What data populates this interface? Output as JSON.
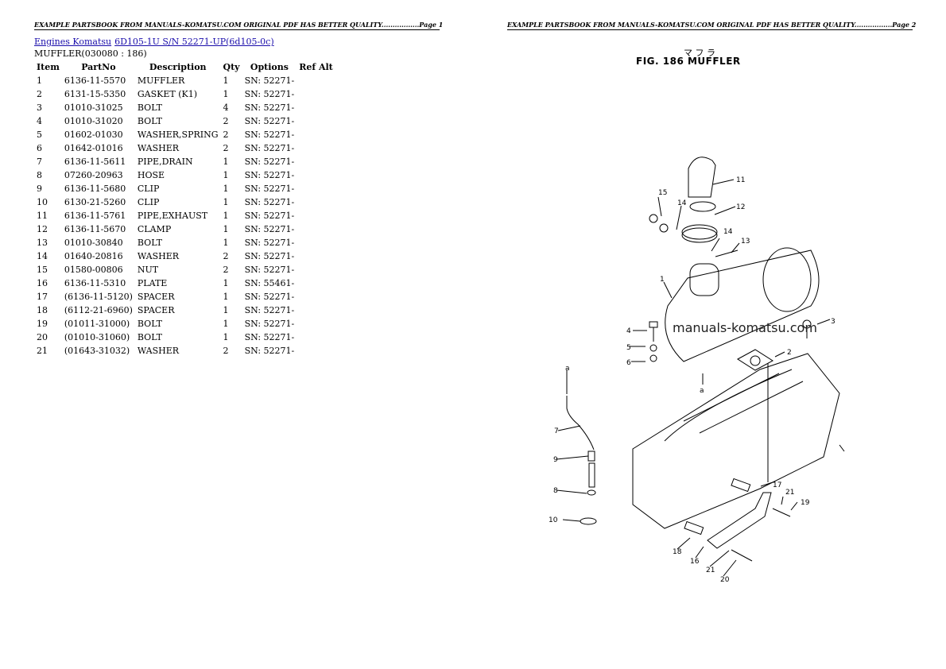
{
  "header_left": "EXAMPLE PARTSBOOK FROM MANUALS-KOMATSU.COM ORIGINAL PDF HAS BETTER QUALITY.................Page 1",
  "header_right": "EXAMPLE PARTSBOOK FROM MANUALS-KOMATSU.COM ORIGINAL PDF HAS BETTER QUALITY.................Page 2",
  "breadcrumb": {
    "link1": "Engines Komatsu",
    "link2": "6D105-1U S/N 52271-UP(6d105-0c)"
  },
  "section_title": "MUFFLER(030080 : 186)",
  "table": {
    "headers": [
      "Item",
      "PartNo",
      "Description",
      "Qty",
      "Options",
      "Ref Alt"
    ],
    "rows": [
      [
        "1",
        "6136-11-5570",
        "MUFFLER",
        "1",
        "SN: 52271-"
      ],
      [
        "2",
        "6131-15-5350",
        "GASKET (K1)",
        "1",
        "SN: 52271-"
      ],
      [
        "3",
        "01010-31025",
        "BOLT",
        "4",
        "SN: 52271-"
      ],
      [
        "4",
        "01010-31020",
        "BOLT",
        "2",
        "SN: 52271-"
      ],
      [
        "5",
        "01602-01030",
        "WASHER,SPRING",
        "2",
        "SN: 52271-"
      ],
      [
        "6",
        "01642-01016",
        "WASHER",
        "2",
        "SN: 52271-"
      ],
      [
        "7",
        "6136-11-5611",
        "PIPE,DRAIN",
        "1",
        "SN: 52271-"
      ],
      [
        "8",
        "07260-20963",
        "HOSE",
        "1",
        "SN: 52271-"
      ],
      [
        "9",
        "6136-11-5680",
        "CLIP",
        "1",
        "SN: 52271-"
      ],
      [
        "10",
        "6130-21-5260",
        "CLIP",
        "1",
        "SN: 52271-"
      ],
      [
        "11",
        "6136-11-5761",
        "PIPE,EXHAUST",
        "1",
        "SN: 52271-"
      ],
      [
        "12",
        "6136-11-5670",
        "CLAMP",
        "1",
        "SN: 52271-"
      ],
      [
        "13",
        "01010-30840",
        "BOLT",
        "1",
        "SN: 52271-"
      ],
      [
        "14",
        "01640-20816",
        "WASHER",
        "2",
        "SN: 52271-"
      ],
      [
        "15",
        "01580-00806",
        "NUT",
        "2",
        "SN: 52271-"
      ],
      [
        "16",
        "6136-11-5310",
        "PLATE",
        "1",
        "SN: 55461-"
      ],
      [
        "17",
        "(6136-11-5120)",
        "SPACER",
        "1",
        "SN: 52271-"
      ],
      [
        "18",
        "(6112-21-6960)",
        "SPACER",
        "1",
        "SN: 52271-"
      ],
      [
        "19",
        "(01011-31000)",
        "BOLT",
        "1",
        "SN: 52271-"
      ],
      [
        "20",
        "(01010-31060)",
        "BOLT",
        "1",
        "SN: 52271-"
      ],
      [
        "21",
        "(01643-31032)",
        "WASHER",
        "2",
        "SN: 52271-"
      ]
    ]
  },
  "figure": {
    "title": "FIG. 186  MUFFLER",
    "jp_title": "マ フ ラ",
    "watermark": "manuals-komatsu.com",
    "callouts": [
      "11",
      "15",
      "14",
      "12",
      "14",
      "13",
      "1",
      "3",
      "4",
      "5",
      "6",
      "2",
      "a",
      "a",
      "7",
      "9",
      "8",
      "10",
      "17",
      "21",
      "19",
      "18",
      "16",
      "21",
      "20"
    ]
  }
}
